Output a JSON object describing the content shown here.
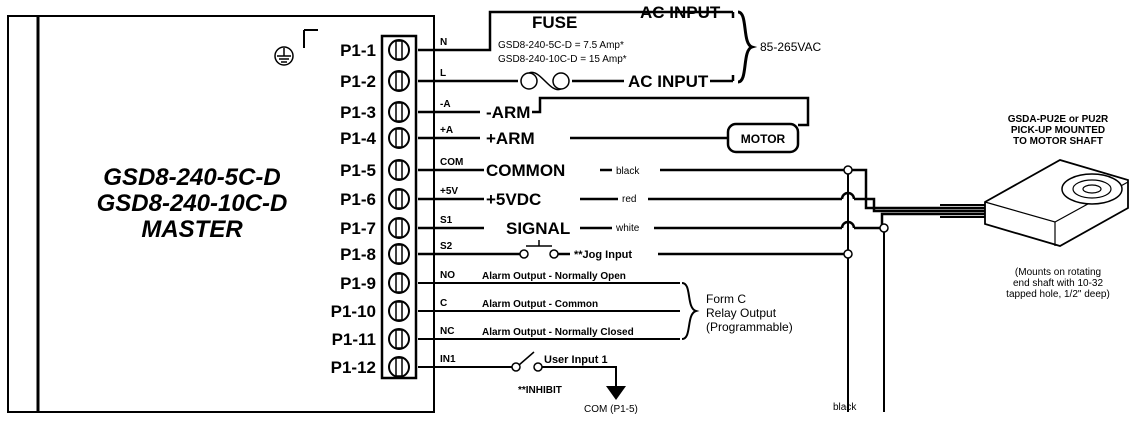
{
  "controller": {
    "title_lines": [
      "GSD8-240-5C-D",
      "GSD8-240-10C-D",
      "MASTER"
    ]
  },
  "terminals": [
    {
      "pin": "P1-1",
      "code": "N"
    },
    {
      "pin": "P1-2",
      "code": "L"
    },
    {
      "pin": "P1-3",
      "code": "-A"
    },
    {
      "pin": "P1-4",
      "code": "+A"
    },
    {
      "pin": "P1-5",
      "code": "COM"
    },
    {
      "pin": "P1-6",
      "code": "+5V"
    },
    {
      "pin": "P1-7",
      "code": "S1"
    },
    {
      "pin": "P1-8",
      "code": "S2"
    },
    {
      "pin": "P1-9",
      "code": "NO"
    },
    {
      "pin": "P1-10",
      "code": "C"
    },
    {
      "pin": "P1-11",
      "code": "NC"
    },
    {
      "pin": "P1-12",
      "code": "IN1"
    }
  ],
  "ac": {
    "fuse_label": "FUSE",
    "fuse_note_1": "GSD8-240-5C-D = 7.5 Amp*",
    "fuse_note_2": "GSD8-240-10C-D = 15 Amp*",
    "ac_input_1": "AC INPUT",
    "ac_input_2": "AC INPUT",
    "voltage": "85-265VAC"
  },
  "motor": {
    "arm_minus": "-ARM",
    "arm_plus": "+ARM",
    "motor_label": "MOTOR"
  },
  "sensor": {
    "common": "COMMON",
    "common_color": "black",
    "vdc": "+5VDC",
    "vdc_color": "red",
    "signal": "SIGNAL",
    "signal_color": "white",
    "jog": "**Jog Input",
    "pickup_title_1": "GSDA-PU2E or PU2R",
    "pickup_title_2": "PICK-UP MOUNTED",
    "pickup_title_3": "TO MOTOR SHAFT",
    "pickup_note_1": "(Mounts on rotating",
    "pickup_note_2": "end shaft with 10-32",
    "pickup_note_3": "tapped hole, 1/2\" deep)",
    "bottom_black": "black"
  },
  "relay": {
    "no_label": "Alarm Output - Normally Open",
    "c_label": "Alarm Output - Common",
    "nc_label": "Alarm Output - Normally Closed",
    "form_1": "Form C",
    "form_2": "Relay Output",
    "form_3": "(Programmable)"
  },
  "inhibit": {
    "user_input": "User Input 1",
    "inhibit_label": "**INHIBIT",
    "com_label": "COM (P1-5)"
  }
}
